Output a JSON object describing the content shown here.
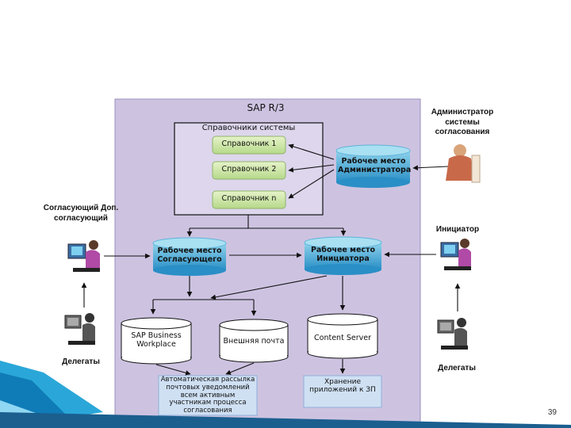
{
  "diagram": {
    "system_title": "SAP R/3",
    "directories_title": "Справочники системы",
    "directories": [
      "Справочник 1",
      "Справочник 2",
      "Справочник n"
    ],
    "workplaces": {
      "admin": "Рабочее место Администратора",
      "approver": "Рабочее место Согласующего",
      "initiator": "Рабочее место Инициатора"
    },
    "storages": {
      "business_workplace": "SAP Business Workplace",
      "external_mail": "Внешняя почта",
      "content_server": "Content Server"
    },
    "outputs": {
      "mailing": "Автоматическая рассылка почтовых уведомлений всем активным участникам процесса согласования",
      "attachments": "Хранение приложений к ЗП"
    },
    "actors": {
      "administrator": "Администратор системы согласования",
      "approver": "Согласующий Доп. согласующий",
      "initiator": "Инициатор",
      "delegates_left": "Делегаты",
      "delegates_right": "Делегаты"
    }
  },
  "footer": {
    "page_number": "39"
  }
}
